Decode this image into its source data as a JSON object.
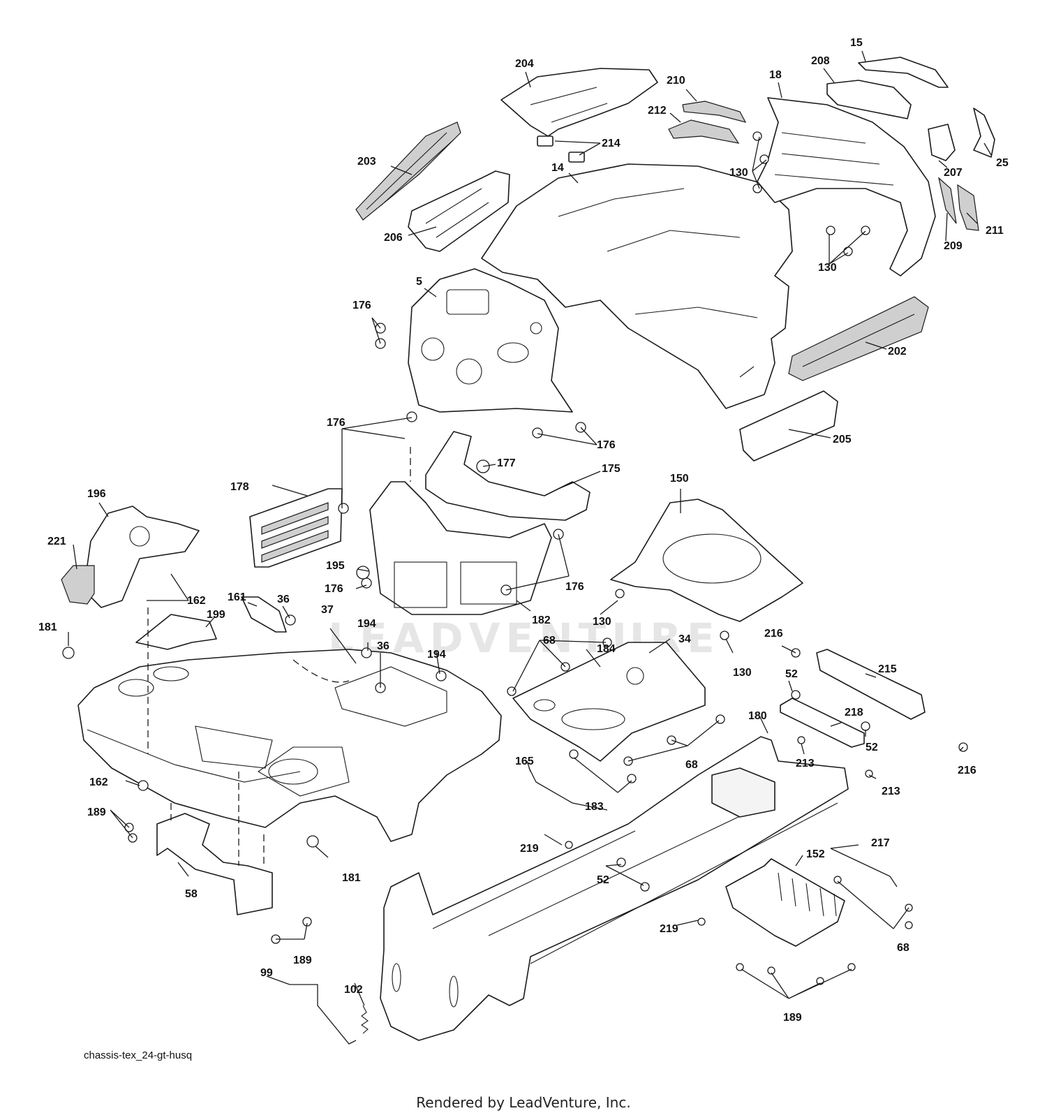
{
  "diagram": {
    "code": "chassis-tex_24-gt-husq",
    "credit": "Rendered by LeadVenture, Inc.",
    "watermark": "LEADVENTURE",
    "callouts": [
      {
        "id": "c15",
        "label": "15"
      },
      {
        "id": "c204",
        "label": "204"
      },
      {
        "id": "c208",
        "label": "208"
      },
      {
        "id": "c18",
        "label": "18"
      },
      {
        "id": "c210",
        "label": "210"
      },
      {
        "id": "c212",
        "label": "212"
      },
      {
        "id": "c214",
        "label": "214"
      },
      {
        "id": "c203",
        "label": "203"
      },
      {
        "id": "c14",
        "label": "14"
      },
      {
        "id": "c130a",
        "label": "130"
      },
      {
        "id": "c207",
        "label": "207"
      },
      {
        "id": "c25",
        "label": "25"
      },
      {
        "id": "c206",
        "label": "206"
      },
      {
        "id": "c211",
        "label": "211"
      },
      {
        "id": "c209",
        "label": "209"
      },
      {
        "id": "c130b",
        "label": "130"
      },
      {
        "id": "c5",
        "label": "5"
      },
      {
        "id": "c176a",
        "label": "176"
      },
      {
        "id": "c202",
        "label": "202"
      },
      {
        "id": "c176b",
        "label": "176"
      },
      {
        "id": "c176c",
        "label": "176"
      },
      {
        "id": "c205",
        "label": "205"
      },
      {
        "id": "c177",
        "label": "177"
      },
      {
        "id": "c175",
        "label": "175"
      },
      {
        "id": "c178",
        "label": "178"
      },
      {
        "id": "c150",
        "label": "150"
      },
      {
        "id": "c196",
        "label": "196"
      },
      {
        "id": "c195",
        "label": "195"
      },
      {
        "id": "c221",
        "label": "221"
      },
      {
        "id": "c176d",
        "label": "176"
      },
      {
        "id": "c176e",
        "label": "176"
      },
      {
        "id": "c162a",
        "label": "162"
      },
      {
        "id": "c161",
        "label": "161"
      },
      {
        "id": "c36a",
        "label": "36"
      },
      {
        "id": "c182",
        "label": "182"
      },
      {
        "id": "c199",
        "label": "199"
      },
      {
        "id": "c130c",
        "label": "130"
      },
      {
        "id": "c181a",
        "label": "181"
      },
      {
        "id": "c37",
        "label": "37"
      },
      {
        "id": "c194a",
        "label": "194"
      },
      {
        "id": "c68a",
        "label": "68"
      },
      {
        "id": "c184",
        "label": "184"
      },
      {
        "id": "c34",
        "label": "34"
      },
      {
        "id": "c36b",
        "label": "36"
      },
      {
        "id": "c194b",
        "label": "194"
      },
      {
        "id": "c216a",
        "label": "216"
      },
      {
        "id": "c130d",
        "label": "130"
      },
      {
        "id": "c215",
        "label": "215"
      },
      {
        "id": "c52a",
        "label": "52"
      },
      {
        "id": "c180",
        "label": "180"
      },
      {
        "id": "c218",
        "label": "218"
      },
      {
        "id": "c52b",
        "label": "52"
      },
      {
        "id": "c68b",
        "label": "68"
      },
      {
        "id": "c213a",
        "label": "213"
      },
      {
        "id": "c165",
        "label": "165"
      },
      {
        "id": "c216b",
        "label": "216"
      },
      {
        "id": "c213b",
        "label": "213"
      },
      {
        "id": "c162b",
        "label": "162"
      },
      {
        "id": "c183",
        "label": "183"
      },
      {
        "id": "c189a",
        "label": "189"
      },
      {
        "id": "c219a",
        "label": "219"
      },
      {
        "id": "c217",
        "label": "217"
      },
      {
        "id": "c152",
        "label": "152"
      },
      {
        "id": "c181b",
        "label": "181"
      },
      {
        "id": "c52c",
        "label": "52"
      },
      {
        "id": "c58",
        "label": "58"
      },
      {
        "id": "c219b",
        "label": "219"
      },
      {
        "id": "c68c",
        "label": "68"
      },
      {
        "id": "c189b",
        "label": "189"
      },
      {
        "id": "c99",
        "label": "99"
      },
      {
        "id": "c102",
        "label": "102"
      },
      {
        "id": "c189c",
        "label": "189"
      }
    ]
  }
}
